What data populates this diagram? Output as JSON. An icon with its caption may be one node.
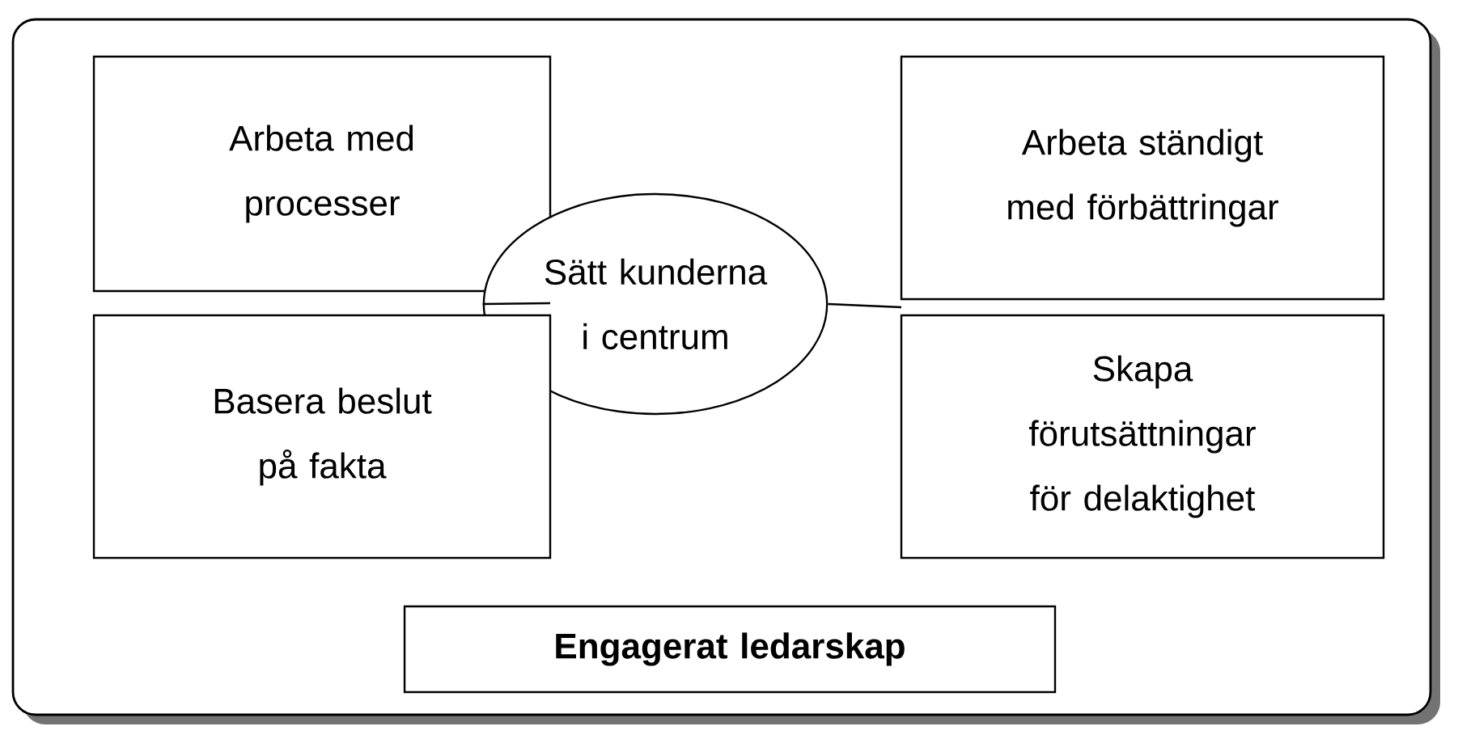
{
  "diagram": {
    "nodes": [
      {
        "text": [],
        "shape": "box"
      },
      {
        "text": [
          "Arbeta med processer"
        ],
        "in": 0
      },
      {
        "text": [
          "Sätt kunderna i centrum"
        ],
        "in": 0
      },
      {
        "text": [
          "Arbeta ständigt med förbättringar"
        ],
        "in": 0
      },
      {
        "text": [
          "Basera beslut på fakta"
        ],
        "in": 0
      },
      {
        "text": [
          "Skapa förutsättningar för delaktighet"
        ],
        "in": 0
      },
      {
        "text": [
          "Engagerat ledarskap"
        ],
        "in": 0
      }
    ],
    "edges": [
      {
        "from": 2,
        "to": 1,
        "arrow": "none"
      },
      {
        "from": 2,
        "to": 4,
        "arrow": "none"
      },
      {
        "from": 2,
        "to": 3,
        "arrow": "none"
      },
      {
        "from": 2,
        "to": 5,
        "arrow": "none"
      }
    ]
  }
}
